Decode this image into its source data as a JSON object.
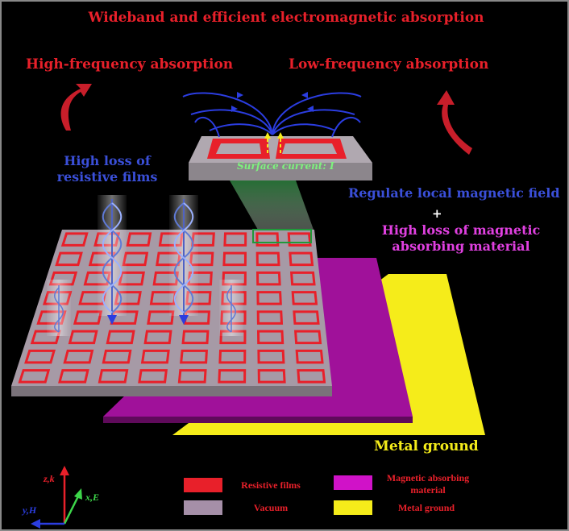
{
  "title": "Wideband and efficient electromagnetic absorption",
  "high_freq": "High-frequency absorption",
  "low_freq": "Low-frequency absorption",
  "high_loss_resistive": "High loss of resistive films",
  "regulate": "Regulate local magnetic field",
  "plus": "+",
  "high_loss_magnetic": "High loss of magnetic absorbing material",
  "surface_current": "Surface current: I",
  "metal_ground_label": "Metal ground",
  "legend": {
    "resistive": "Resistive films",
    "vacuum": "Vacuum",
    "magnetic": "Magnetic absorbing material",
    "metal": "Metal ground"
  },
  "axes": {
    "z": "z,k",
    "x": "x,E",
    "y": "y,H"
  },
  "colors": {
    "resistive": "#e8202a",
    "vacuum": "#a58fa8",
    "magnetic": "#a0119a",
    "metal": "#f5ec1a",
    "field_lines": "#2b3de0"
  }
}
